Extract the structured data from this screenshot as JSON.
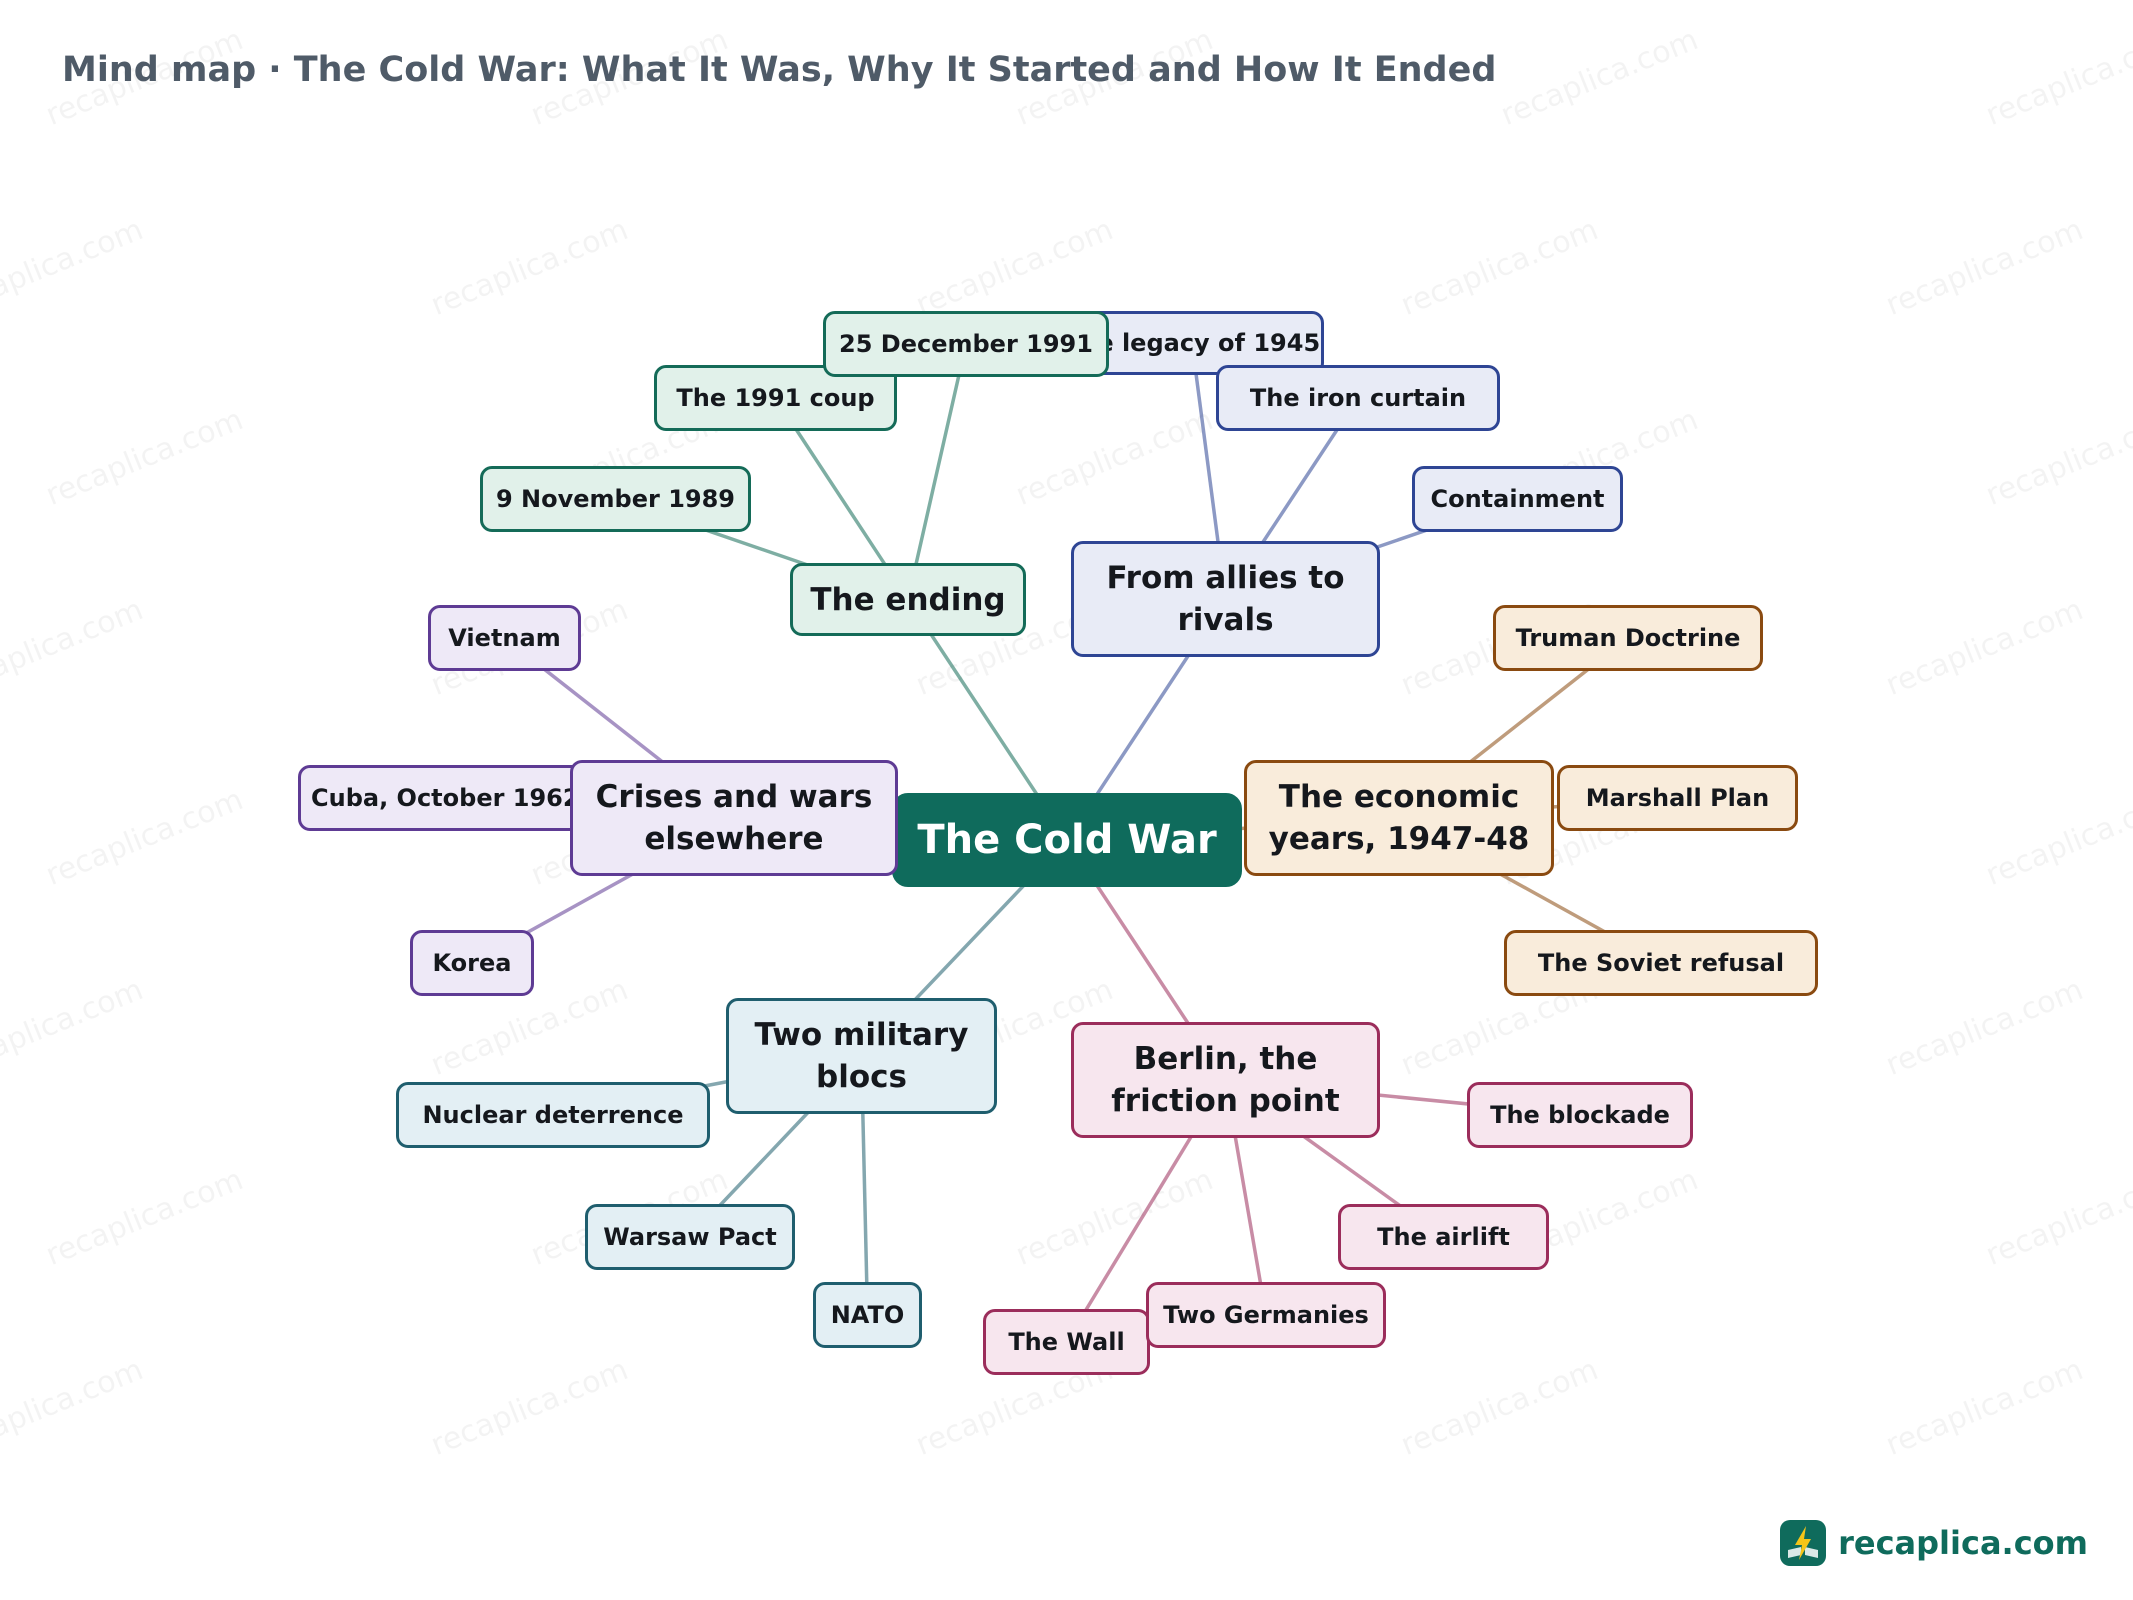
{
  "title": "Mind map · The Cold War: What It Was, Why It Started and How It Ended",
  "brand": "recaplica.com",
  "watermark": "recaplica.com",
  "root": {
    "label": "The Cold War"
  },
  "branches": {
    "allies": {
      "label": "From allies to rivals",
      "color": "#2e4594",
      "fill": "#e8ebf6",
      "leaves": {
        "legacy": "The legacy of 1945",
        "iron_curtain": "The iron curtain",
        "containment": "Containment"
      }
    },
    "economic": {
      "label": "The economic years, 1947-48",
      "color": "#8a4a10",
      "fill": "#f9ecdb",
      "leaves": {
        "truman": "Truman Doctrine",
        "marshall": "Marshall Plan",
        "soviet_refusal": "The Soviet refusal"
      }
    },
    "berlin": {
      "label": "Berlin, the friction point",
      "color": "#9b2d5b",
      "fill": "#f7e6ee",
      "leaves": {
        "blockade": "The blockade",
        "airlift": "The airlift",
        "two_germanies": "Two Germanies",
        "wall": "The Wall"
      }
    },
    "military": {
      "label": "Two military blocs",
      "color": "#1f5e6e",
      "fill": "#e3eff4",
      "leaves": {
        "nuclear": "Nuclear deterrence",
        "warsaw": "Warsaw Pact",
        "nato": "NATO"
      }
    },
    "crises": {
      "label": "Crises and wars elsewhere",
      "color": "#5e3b94",
      "fill": "#eee9f7",
      "leaves": {
        "vietnam": "Vietnam",
        "cuba": "Cuba, October 1962",
        "korea": "Korea"
      }
    },
    "ending": {
      "label": "The ending",
      "color": "#146b58",
      "fill": "#e1f1ea",
      "leaves": {
        "nov1989": "9 November 1989",
        "coup1991": "The 1991 coup",
        "dec1991": "25 December 1991"
      }
    }
  }
}
